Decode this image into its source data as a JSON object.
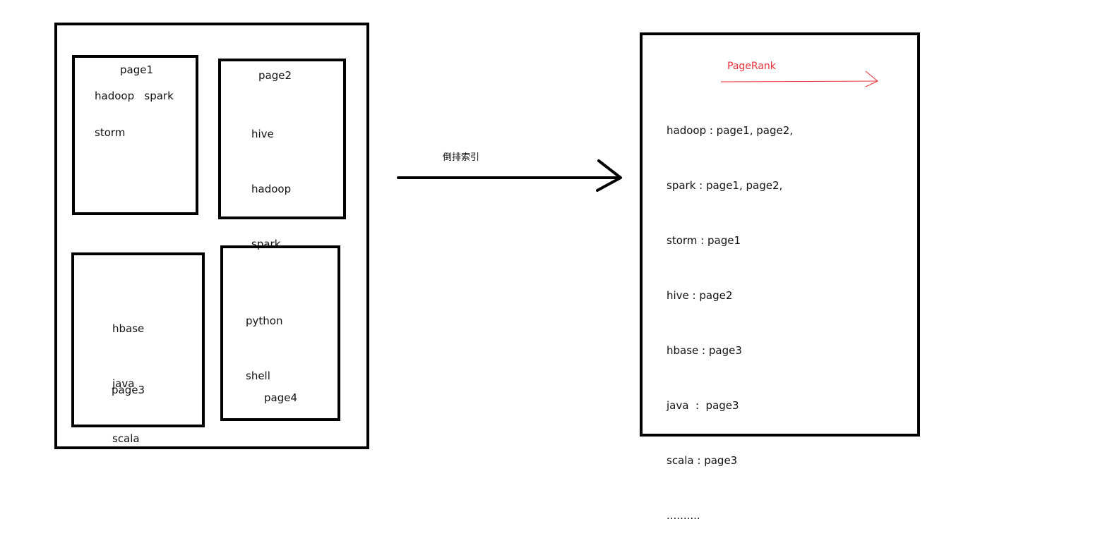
{
  "documents": {
    "page1": {
      "title": "page1",
      "terms_line1": "hadoop   spark",
      "terms_line2": "storm"
    },
    "page2": {
      "title": "page2",
      "terms": [
        "hive",
        "hadoop",
        "spark"
      ]
    },
    "page3": {
      "title": "page3",
      "terms": [
        "hbase",
        "java",
        "scala"
      ]
    },
    "page4": {
      "title": "page4",
      "terms": [
        "python",
        "shell"
      ]
    }
  },
  "transform_arrow": {
    "label": "倒排索引"
  },
  "inverted_index": {
    "header": "PageRank",
    "header_color": "#e8303a",
    "entries": [
      "hadoop : page1, page2,",
      "spark : page1, page2,",
      "storm : page1",
      "hive : page2",
      "hbase : page3",
      "java  :  page3",
      "scala : page3",
      ".........."
    ]
  }
}
